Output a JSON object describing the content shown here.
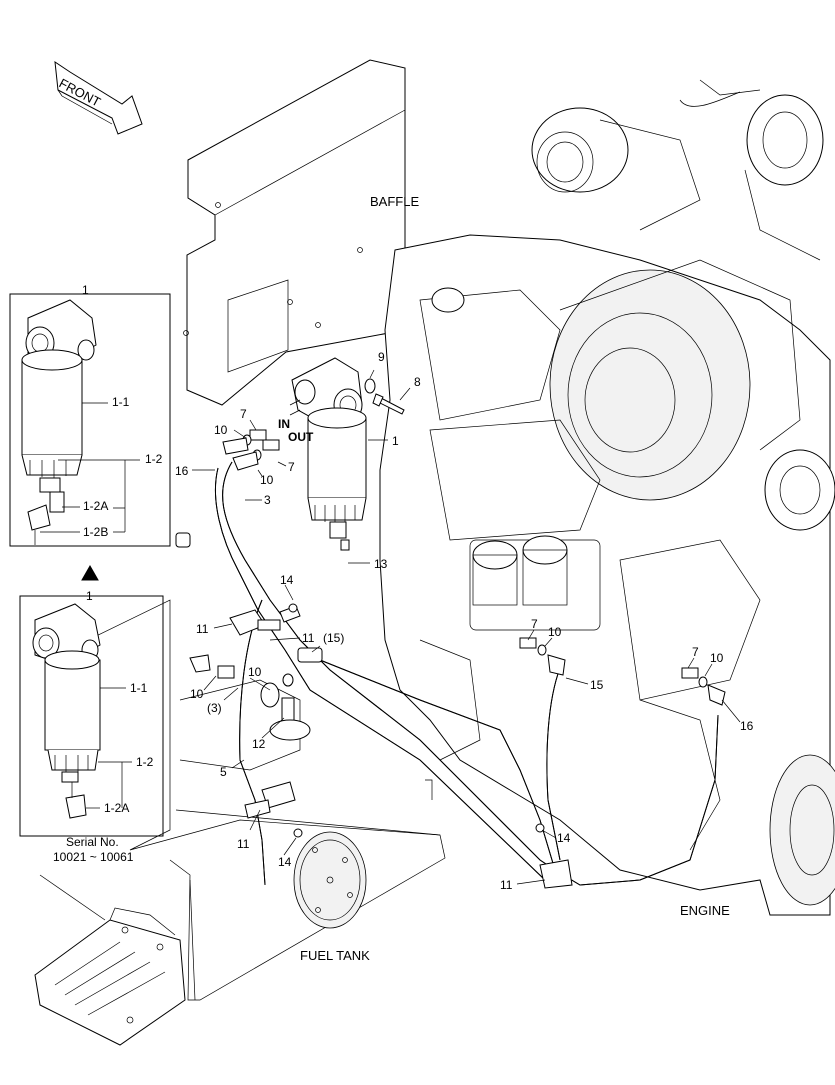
{
  "arrow": {
    "text": "FRONT"
  },
  "areas": {
    "baffle": "BAFFLE",
    "engine": "ENGINE",
    "fuel_tank": "FUEL TANK"
  },
  "ports": {
    "in": "IN",
    "out": "OUT"
  },
  "inset_top": {
    "title": "1",
    "labels": [
      "1-1",
      "1-2",
      "1-2A",
      "1-2B"
    ]
  },
  "inset_bottom": {
    "title": "1",
    "labels": [
      "1-1",
      "1-2",
      "1-2A"
    ],
    "serial_label": "Serial No.",
    "serial_range": "10021 ~ 10061"
  },
  "callouts": {
    "c1": "1",
    "c3": "3",
    "c3p": "(3)",
    "c5": "5",
    "c7a": "7",
    "c7b": "7",
    "c7c": "7",
    "c7d": "7",
    "c8": "8",
    "c9": "9",
    "c10a": "10",
    "c10b": "10",
    "c10c": "10",
    "c10d": "10",
    "c10e": "10",
    "c10f": "10",
    "c11a": "11",
    "c11b": "11",
    "c11c": "11",
    "c11d": "11",
    "c12": "12",
    "c13": "13",
    "c14a": "14",
    "c14b": "14",
    "c14c": "14",
    "c15": "15",
    "c15p": "(15)",
    "c16a": "16",
    "c16b": "16"
  }
}
